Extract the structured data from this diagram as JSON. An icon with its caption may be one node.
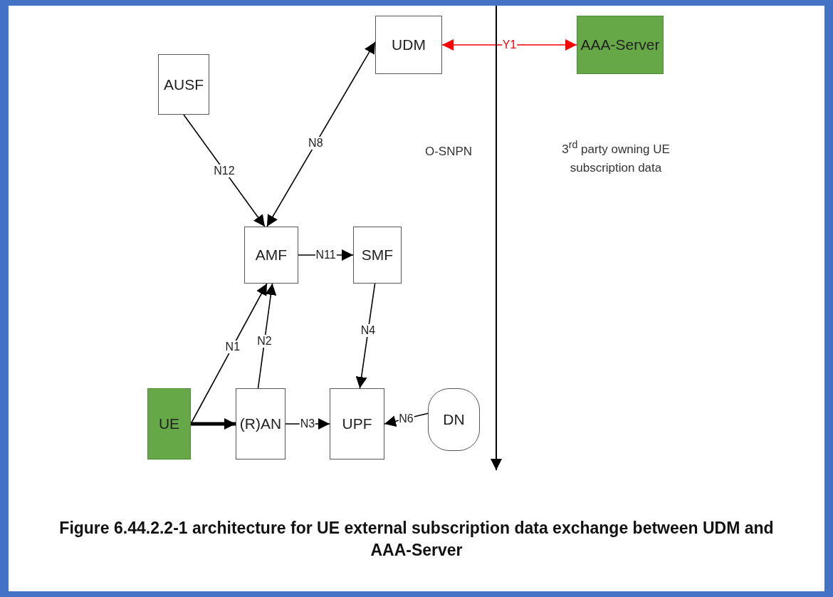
{
  "diagram": {
    "caption": "Figure 6.44.2.2-1 architecture for UE external subscription data exchange between UDM and AAA-Server",
    "nodes": [
      {
        "text": [
          "UDM"
        ]
      },
      {
        "text": [
          "AAA-Server"
        ]
      },
      {
        "text": [
          "AUSF"
        ]
      },
      {
        "text": [
          "AMF"
        ]
      },
      {
        "text": [
          "SMF"
        ]
      },
      {
        "text": [
          "UE"
        ]
      },
      {
        "text": [
          "(R)AN"
        ]
      },
      {
        "text": [
          "UPF"
        ]
      },
      {
        "text": [
          "DN"
        ]
      }
    ],
    "edges": [
      {
        "from": 0,
        "to": 1,
        "arrow": "both",
        "label": "Y1",
        "color": "#ff0000"
      },
      {
        "from": 3,
        "to": 0,
        "arrow": "both",
        "label": "N8"
      },
      {
        "from": 2,
        "to": 3,
        "arrow": "to",
        "label": "N12"
      },
      {
        "from": 3,
        "to": 4,
        "arrow": "to",
        "label": "N11"
      },
      {
        "from": 5,
        "to": 3,
        "arrow": "to",
        "label": "N1"
      },
      {
        "from": 5,
        "to": 6,
        "arrow": "to",
        "style": "thick"
      },
      {
        "from": 6,
        "to": 3,
        "arrow": "to",
        "label": "N2"
      },
      {
        "from": 4,
        "to": 7,
        "arrow": "to",
        "label": "N4"
      },
      {
        "from": 6,
        "to": 7,
        "arrow": "to",
        "label": "N3"
      },
      {
        "from": 8,
        "to": 7,
        "arrow": "to",
        "label": "N6"
      }
    ],
    "labels": [
      "O-SNPN",
      "3$^{rd}$ party owning UE subscription data"
    ]
  }
}
